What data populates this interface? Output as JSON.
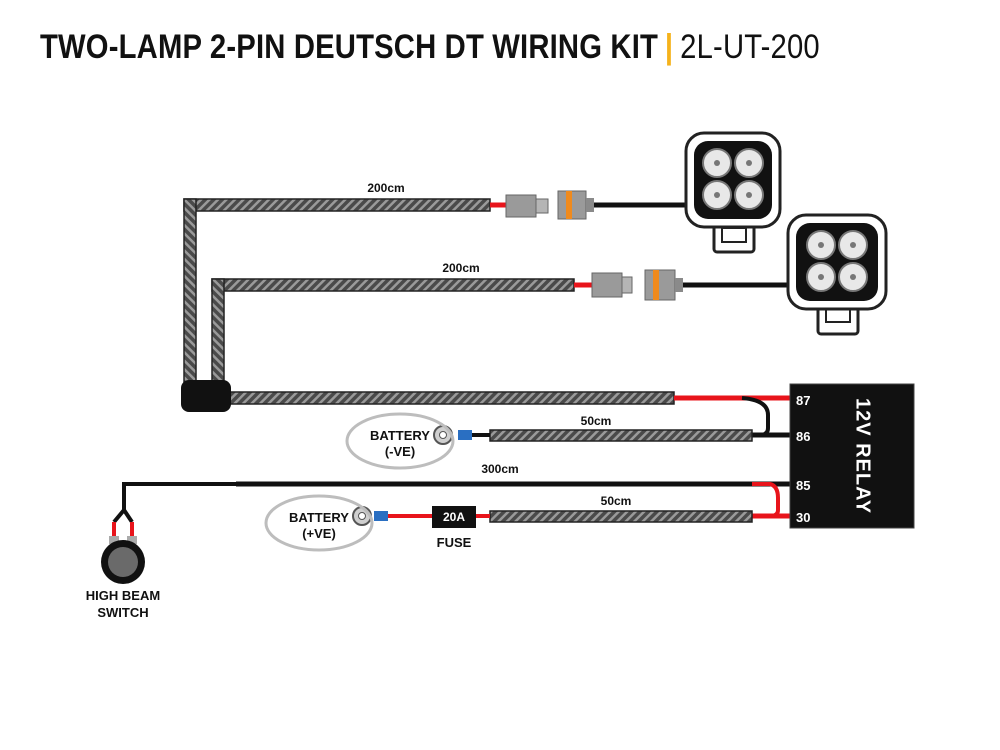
{
  "title": {
    "main": "TWO-LAMP 2-PIN DEUTSCH DT WIRING KIT",
    "separator": "|",
    "code": "2L-UT-200"
  },
  "cables": {
    "lamp1_length": "200cm",
    "lamp2_length": "200cm",
    "negative_length": "50cm",
    "switch_length": "300cm",
    "positive_length": "50cm"
  },
  "battery_negative": {
    "line1": "BATTERY",
    "line2": "(-VE)"
  },
  "battery_positive": {
    "line1": "BATTERY",
    "line2": "(+VE)"
  },
  "fuse": {
    "rating": "20A",
    "label": "FUSE"
  },
  "relay": {
    "label": "12V RELAY",
    "pins": [
      "87",
      "86",
      "85",
      "30"
    ]
  },
  "switch": {
    "line1": "HIGH BEAM",
    "line2": "SWITCH"
  },
  "colors": {
    "wire_red": "#e8141b",
    "wire_black": "#111111",
    "connector_grey": "#9a9a9a",
    "connector_orange": "#f08a1c",
    "terminal_blue": "#2a6fc2",
    "accent_yellow": "#f5b21b",
    "battery_ellipse": "#bdbdbd"
  }
}
